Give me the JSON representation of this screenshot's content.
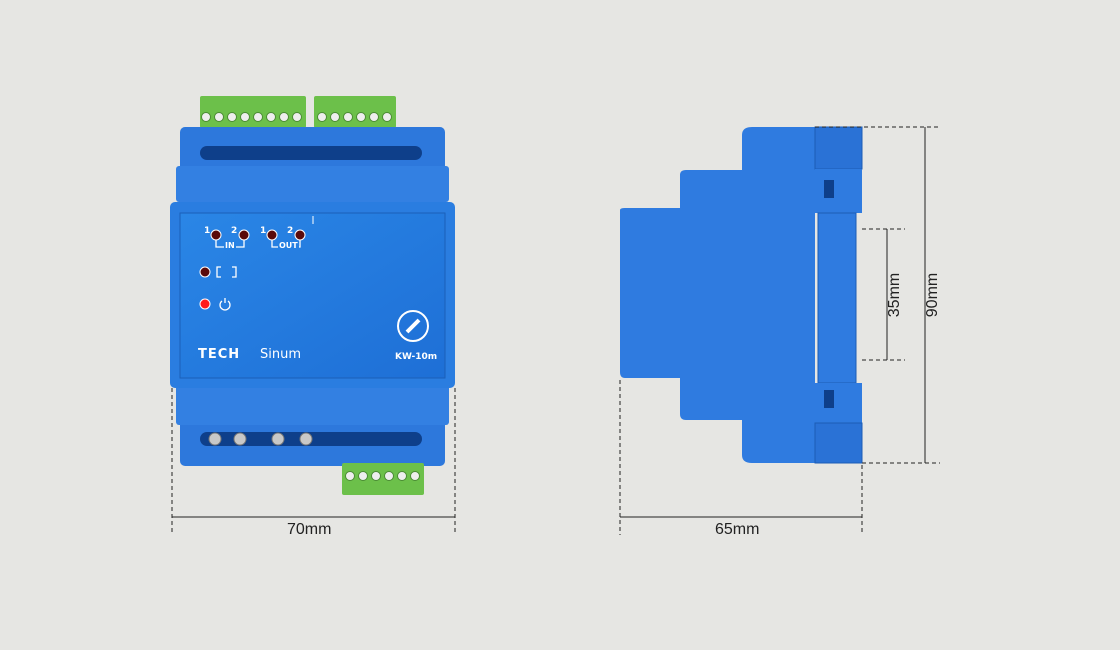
{
  "front": {
    "in_label": "IN",
    "out_label": "OUT",
    "in_1": "1",
    "in_2": "2",
    "out_1": "1",
    "out_2": "2",
    "brand": "TECH",
    "sub_brand": "Sinum",
    "model": "KW-10m",
    "width_label": "70mm"
  },
  "side": {
    "depth_label": "65mm",
    "rail_label": "35mm",
    "height_label": "90mm"
  },
  "colors": {
    "body": "#2f7be0",
    "terminal": "#6cc04a",
    "background": "#e6e6e3",
    "led_on": "#ff1b1b",
    "led_off": "#5a0a0a"
  }
}
